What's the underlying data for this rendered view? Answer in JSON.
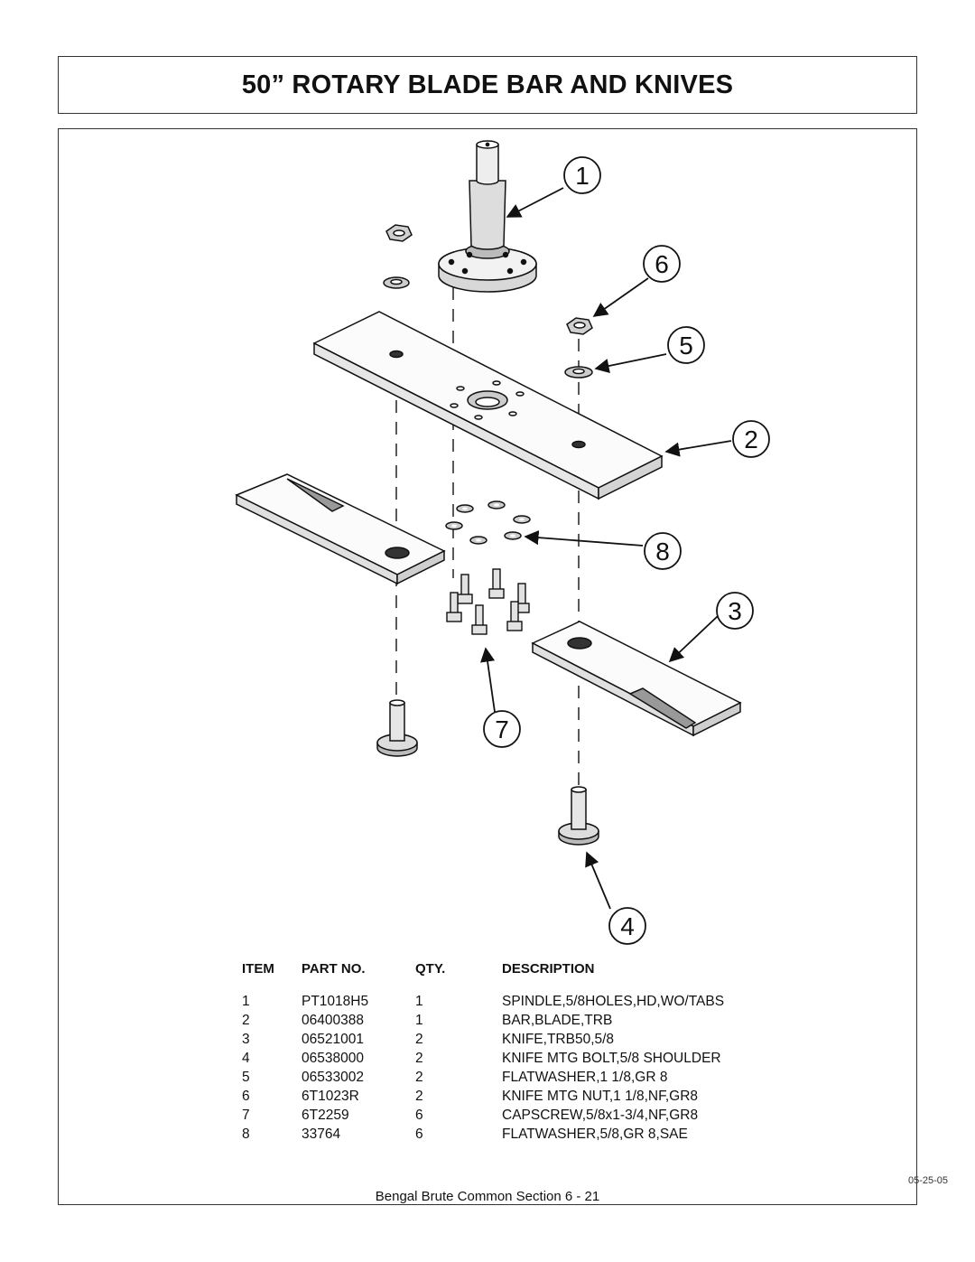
{
  "title": "50” ROTARY BLADE BAR AND KNIVES",
  "callouts": [
    "1",
    "6",
    "5",
    "2",
    "8",
    "3",
    "7",
    "4"
  ],
  "parts_table": {
    "headers": [
      "ITEM",
      "PART NO.",
      "QTY.",
      "DESCRIPTION"
    ],
    "rows": [
      [
        "1",
        "PT1018H5",
        "1",
        "SPINDLE,5/8HOLES,HD,WO/TABS"
      ],
      [
        "2",
        "06400388",
        "1",
        "BAR,BLADE,TRB"
      ],
      [
        "3",
        "06521001",
        "2",
        "KNIFE,TRB50,5/8"
      ],
      [
        "4",
        "06538000",
        "2",
        "KNIFE MTG BOLT,5/8 SHOULDER"
      ],
      [
        "5",
        "06533002",
        "2",
        "FLATWASHER,1 1/8,GR 8"
      ],
      [
        "6",
        "6T1023R",
        "2",
        "KNIFE MTG NUT,1 1/8,NF,GR8"
      ],
      [
        "7",
        "6T2259",
        "6",
        "CAPSCREW,5/8x1-3/4,NF,GR8"
      ],
      [
        "8",
        "33764",
        "6",
        "FLATWASHER,5/8,GR 8,SAE"
      ]
    ]
  },
  "date": "05-25-05",
  "footer": "Bengal Brute Common Section  6 - 21"
}
